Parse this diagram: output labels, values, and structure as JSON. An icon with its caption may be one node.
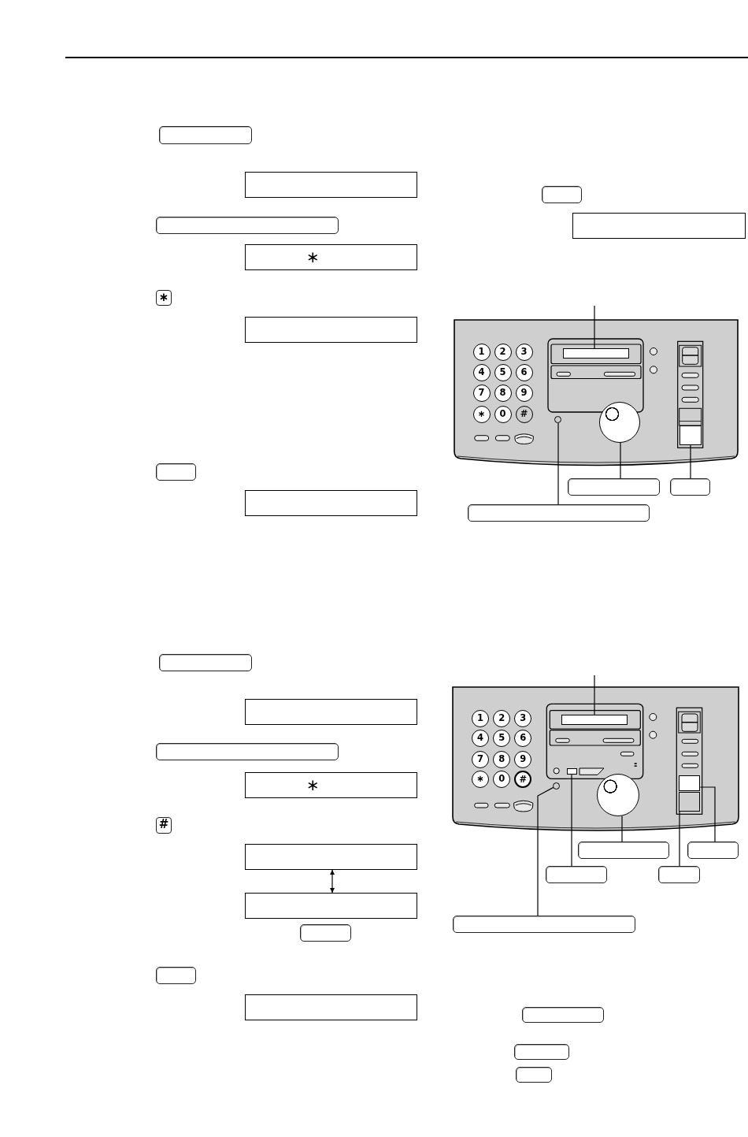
{
  "diagram": {
    "nodes": [
      {
        "text": [],
        "shape": "button"
      },
      {
        "text": [],
        "shape": "box"
      },
      {
        "text": [],
        "shape": "button"
      },
      {
        "text": [
          "∗"
        ]
      },
      {
        "text": [
          "∗"
        ]
      },
      {
        "text": [],
        "shape": "box"
      },
      {
        "text": [],
        "shape": "button"
      },
      {
        "text": [],
        "shape": "box"
      },
      {
        "text": [],
        "shape": "button"
      },
      {
        "text": [],
        "shape": "box"
      },
      {
        "text": [],
        "shape": "picture"
      },
      {
        "text": [
          "1"
        ],
        "in": 10
      },
      {
        "text": [
          "2"
        ],
        "in": 10
      },
      {
        "text": [
          "3"
        ],
        "in": 10
      },
      {
        "text": [
          "4"
        ],
        "in": 10
      },
      {
        "text": [
          "5"
        ],
        "in": 10
      },
      {
        "text": [
          "6"
        ],
        "in": 10
      },
      {
        "text": [
          "7"
        ],
        "in": 10
      },
      {
        "text": [
          "8"
        ],
        "in": 10
      },
      {
        "text": [
          "9"
        ],
        "in": 10
      },
      {
        "text": [
          "∗"
        ],
        "in": 10
      },
      {
        "text": [
          "0"
        ],
        "in": 10
      },
      {
        "text": [
          "#"
        ],
        "in": 10
      },
      {
        "text": [],
        "shape": "box",
        "in": 10
      },
      {
        "text": [],
        "shape": "circle",
        "in": 10
      },
      {
        "text": [],
        "shape": "circle",
        "in": 10
      },
      {
        "text": [],
        "shape": "box",
        "in": 10
      },
      {
        "text": [],
        "shape": "button"
      },
      {
        "text": [],
        "shape": "button"
      },
      {
        "text": [],
        "shape": "button"
      },
      {
        "text": [],
        "shape": "button"
      },
      {
        "text": [],
        "shape": "box"
      },
      {
        "text": [],
        "shape": "button"
      },
      {
        "text": [
          "∗"
        ]
      },
      {
        "text": [
          "#"
        ]
      },
      {
        "text": [],
        "shape": "box"
      },
      {
        "text": [],
        "shape": "box"
      },
      {
        "text": [],
        "shape": "button"
      },
      {
        "text": [],
        "shape": "button"
      },
      {
        "text": [],
        "shape": "box"
      },
      {
        "text": [],
        "shape": "picture"
      },
      {
        "text": [
          "1"
        ],
        "in": 40
      },
      {
        "text": [
          "2"
        ],
        "in": 40
      },
      {
        "text": [
          "3"
        ],
        "in": 40
      },
      {
        "text": [
          "4"
        ],
        "in": 40
      },
      {
        "text": [
          "5"
        ],
        "in": 40
      },
      {
        "text": [
          "6"
        ],
        "in": 40
      },
      {
        "text": [
          "7"
        ],
        "in": 40
      },
      {
        "text": [
          "8"
        ],
        "in": 40
      },
      {
        "text": [
          "9"
        ],
        "in": 40
      },
      {
        "text": [
          "∗"
        ],
        "in": 40
      },
      {
        "text": [
          "0"
        ],
        "in": 40
      },
      {
        "text": [
          "#"
        ],
        "in": 40
      },
      {
        "text": [],
        "shape": "box",
        "in": 40
      },
      {
        "text": [],
        "shape": "circle",
        "in": 40
      },
      {
        "text": [],
        "shape": "box",
        "in": 40
      },
      {
        "text": [],
        "shape": "circle",
        "in": 40
      },
      {
        "text": [],
        "shape": "box",
        "in": 40
      },
      {
        "text": [],
        "shape": "box",
        "in": 40
      },
      {
        "text": [],
        "shape": "button"
      },
      {
        "text": [],
        "shape": "button"
      },
      {
        "text": [],
        "shape": "button"
      },
      {
        "text": [],
        "shape": "button"
      },
      {
        "text": [],
        "shape": "button"
      },
      {
        "text": [],
        "shape": "button"
      },
      {
        "text": [],
        "shape": "button"
      },
      {
        "text": [],
        "shape": "button"
      }
    ],
    "edges": [
      {
        "from": null,
        "to": 23,
        "arrow": "none"
      },
      {
        "from": 27,
        "to": 25,
        "arrow": "none"
      },
      {
        "from": 28,
        "to": 26,
        "arrow": "none"
      },
      {
        "from": 29,
        "to": 24,
        "arrow": "none"
      },
      {
        "from": 35,
        "to": 36,
        "arrow": "both"
      },
      {
        "from": null,
        "to": 53,
        "arrow": "none"
      },
      {
        "from": 59,
        "to": 56,
        "arrow": "none"
      },
      {
        "from": 60,
        "to": 57,
        "arrow": "none"
      },
      {
        "from": 61,
        "to": 55,
        "arrow": "none"
      },
      {
        "from": 62,
        "to": 58,
        "arrow": "none"
      },
      {
        "from": 63,
        "to": 54,
        "arrow": "none"
      }
    ]
  }
}
